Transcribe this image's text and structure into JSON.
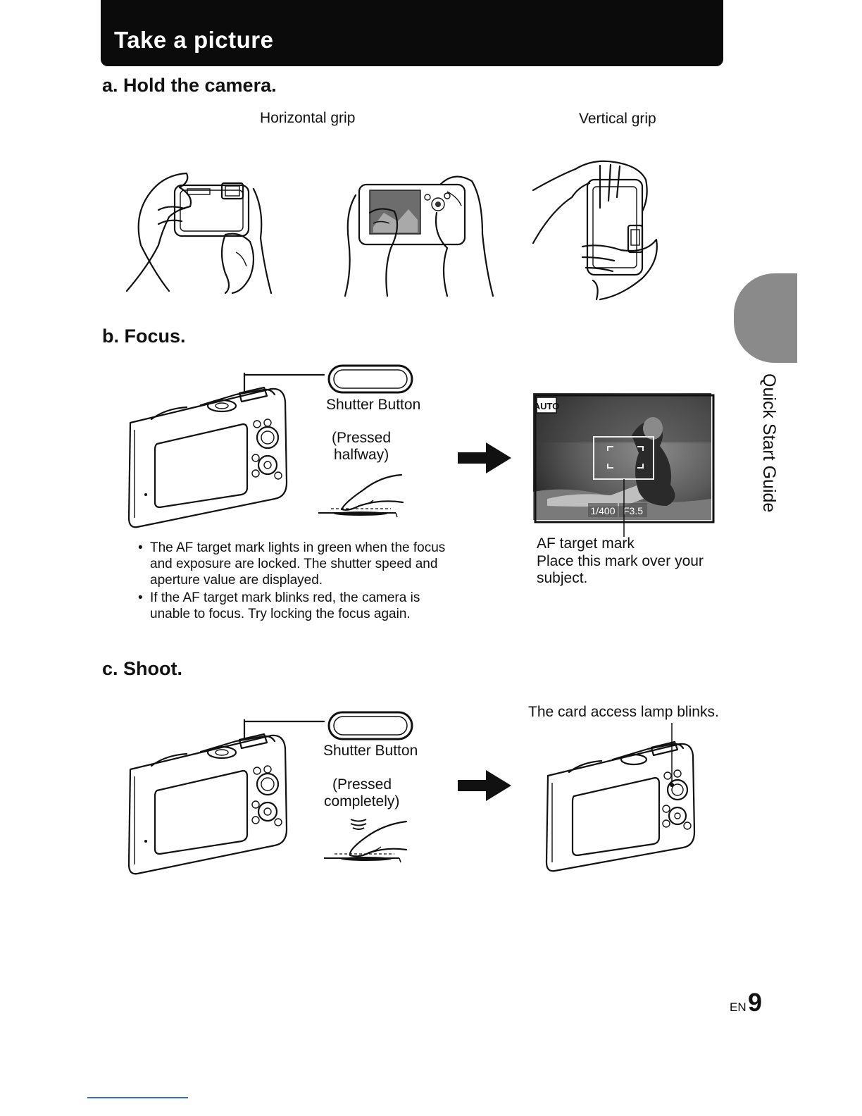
{
  "header": {
    "title": "Take a picture"
  },
  "section_a": {
    "heading": "a.  Hold the camera.",
    "horizontal_label": "Horizontal grip",
    "vertical_label": "Vertical grip"
  },
  "section_b": {
    "heading": "b.  Focus.",
    "shutter_label": "Shutter Button",
    "pressed_label_1": "(Pressed",
    "pressed_label_2": "halfway)",
    "bullets": [
      "The AF target mark lights in green when the focus and exposure are locked. The shutter speed and aperture value are displayed.",
      "If the AF target mark blinks red, the camera is unable to focus. Try locking the focus again."
    ],
    "lcd_mode": "AUTO",
    "lcd_shutter": "1/400",
    "lcd_aperture": "F3.5",
    "af_label": "AF target mark",
    "af_desc_1": "Place this mark over your",
    "af_desc_2": "subject."
  },
  "section_c": {
    "heading": "c.  Shoot.",
    "shutter_label": "Shutter Button",
    "pressed_label_1": "(Pressed",
    "pressed_label_2": "completely)",
    "lamp_label": "The card access lamp blinks."
  },
  "side_tab": {
    "label": "Quick Start Guide"
  },
  "footer": {
    "lang": "EN",
    "page": "9"
  }
}
